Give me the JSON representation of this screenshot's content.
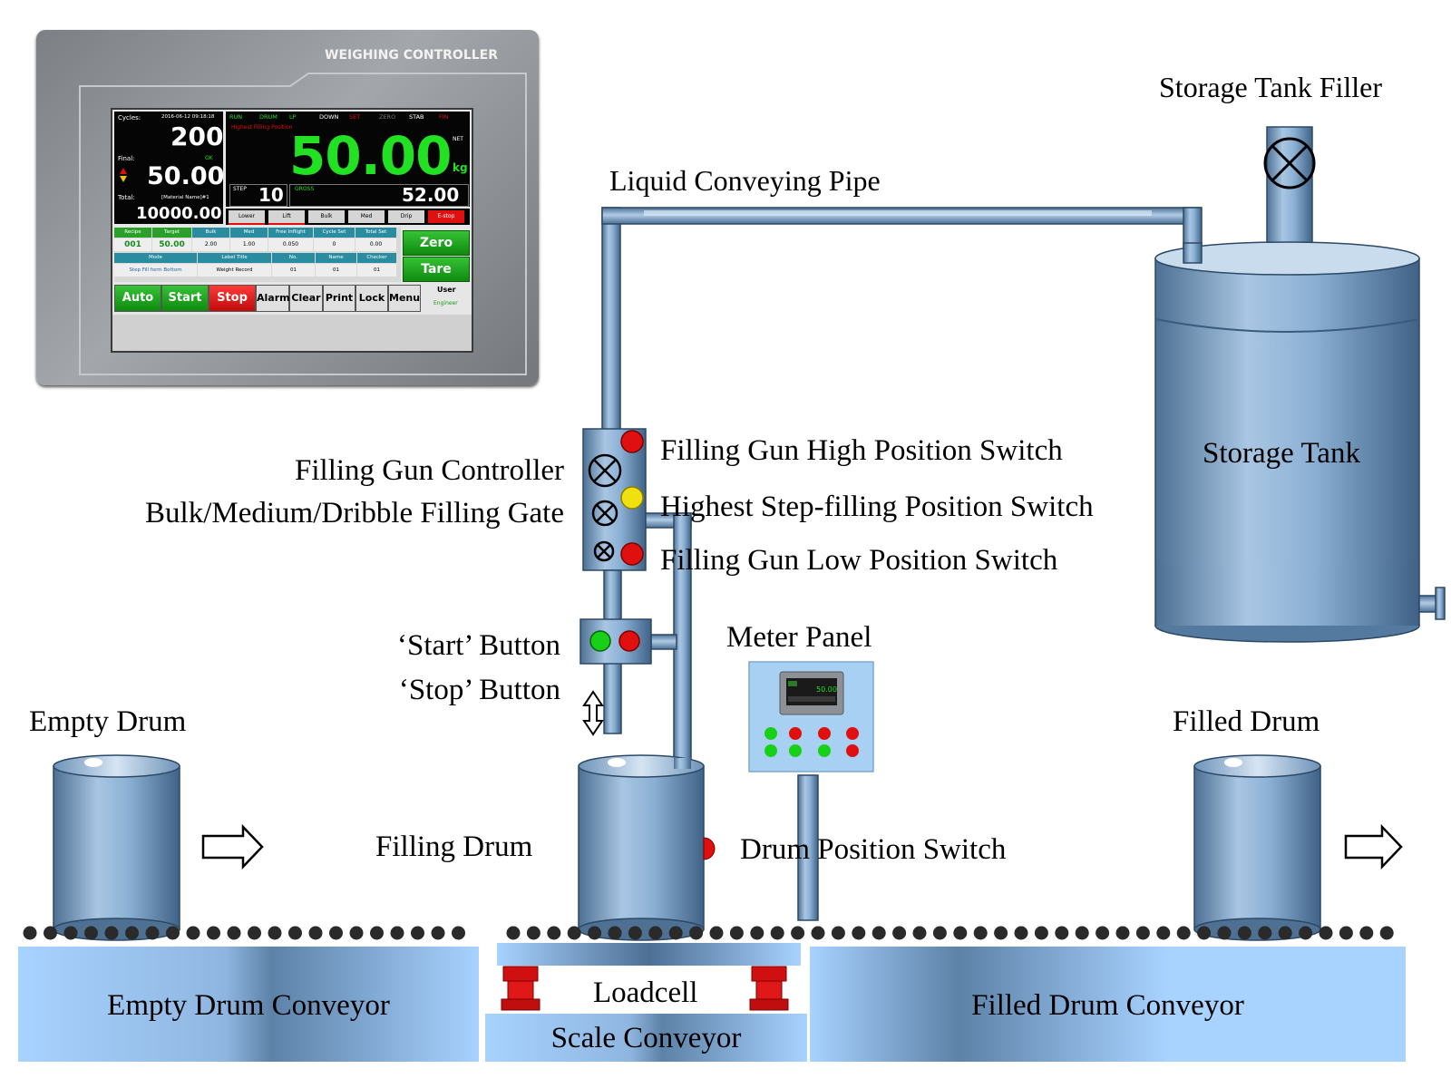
{
  "controller": {
    "brand_title": "WEIGHING CONTROLLER",
    "cycles_label": "Cycles:",
    "datetime": "2016-06-12  09:18:18",
    "cycles_value": "200",
    "final_label": "Final:",
    "final_status": "OK",
    "final_value": "50.00",
    "total_label": "Total:",
    "material_name": "[Material Name]#1",
    "total_value": "10000.00",
    "status_flags": [
      "RUN",
      "DRUM",
      "LP",
      "DOWN",
      "SET",
      "ZERO",
      "STAB",
      "FIN"
    ],
    "position_text": "Highest Filling Position",
    "weight_value": "50.00",
    "net_label": "NET",
    "unit_label": "kg",
    "step_label": "STEP",
    "step_value": "10",
    "gross_label": "GROSS",
    "gross_value": "52.00",
    "gate_buttons": [
      "Lower",
      "Lift",
      "Bulk",
      "Med",
      "Drip",
      "E-stop"
    ],
    "table_headers": [
      "Recipe",
      "Target",
      "Bulk",
      "Med",
      "Free Inflight",
      "Cycle Set",
      "Total Set"
    ],
    "table_values": [
      "001",
      "50.00",
      "2.00",
      "1.00",
      "0.050",
      "0",
      "0.00"
    ],
    "table_headers2": [
      "Mode",
      "Label Title",
      "No.",
      "Name",
      "Checker"
    ],
    "table_values2": [
      "Step Fill form Bottom",
      "Weight Record",
      "01",
      "01",
      "01"
    ],
    "zero_button": "Zero",
    "tare_button": "Tare",
    "bottom_buttons": [
      "Auto",
      "Start",
      "Stop",
      "Alarm",
      "Clear",
      "Print",
      "Lock",
      "Menu"
    ],
    "user_label": "User",
    "user_role": "Engineer"
  },
  "labels": {
    "storage_tank_filler": "Storage Tank Filler",
    "liquid_pipe": "Liquid Conveying Pipe",
    "storage_tank": "Storage Tank",
    "filling_gun_controller": "Filling Gun Controller",
    "filling_gate": "Bulk/Medium/Dribble  Filling  Gate",
    "high_switch": "Filling Gun High Position Switch",
    "highest_step_switch": "Highest Step-filling Position Switch",
    "low_switch": "Filling Gun Low Position Switch",
    "start_button": "‘Start’ Button",
    "stop_button": "‘Stop’ Button",
    "meter_panel": "Meter Panel",
    "empty_drum": "Empty Drum",
    "filled_drum": "Filled Drum",
    "filling_drum": "Filling Drum",
    "drum_position_switch": "Drum Position Switch",
    "empty_conveyor": "Empty Drum Conveyor",
    "loadcell": "Loadcell",
    "scale_conveyor": "Scale Conveyor",
    "filled_conveyor": "Filled Drum Conveyor",
    "meter_mini_value": "50.00"
  },
  "colors": {
    "steel": "#7fa6cc",
    "red": "#e01010",
    "green": "#18d018",
    "yellow": "#f0e010",
    "hmi_green": "#22e022"
  }
}
